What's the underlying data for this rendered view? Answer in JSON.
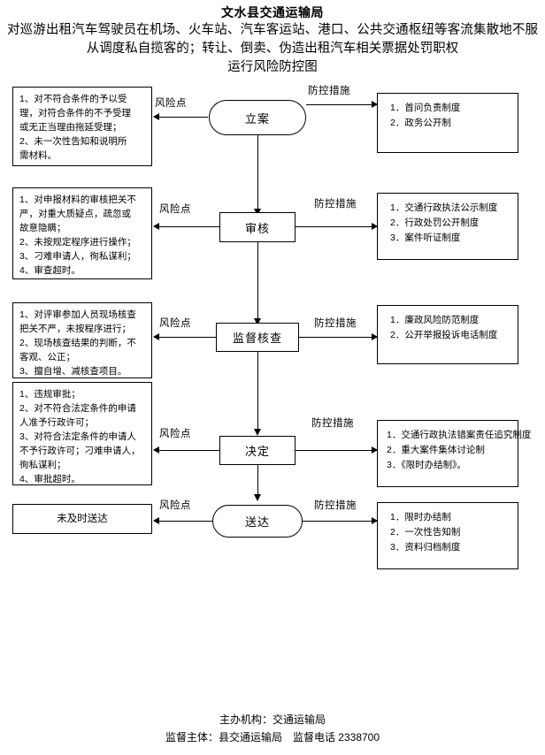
{
  "header": {
    "org_title": "文水县交通运输局",
    "subtitle_line1": "对巡游出租汽车驾驶员在机场、火车站、汽车客运站、港口、公共交通枢纽等客",
    "subtitle_line2": "流集散地不服从调度私自揽客的；转让、倒卖、伪造出租汽车相关票据处罚职权",
    "subtitle_line3": "运行风险防控图"
  },
  "labels": {
    "risk_point": "风险点",
    "control_measure": "防控措施"
  },
  "nodes": [
    {
      "id": "node-1",
      "label": "立案",
      "shape": "stadium"
    },
    {
      "id": "node-2",
      "label": "审核",
      "shape": "rect"
    },
    {
      "id": "node-3",
      "label": "监督核查",
      "shape": "rect"
    },
    {
      "id": "node-4",
      "label": "决定",
      "shape": "rect"
    },
    {
      "id": "node-5",
      "label": "送达",
      "shape": "stadium"
    }
  ],
  "risks": [
    {
      "id": "risk-1",
      "lines": [
        "1、对不符合条件的予以受",
        "理，对符合条件的不予受理",
        "或无正当理由拖延受理；",
        "2、未一次性告知和说明所",
        "需材料。"
      ]
    },
    {
      "id": "risk-2",
      "lines": [
        "1、对申报材料的审核把关不",
        "严，对重大质疑点，疏忽或",
        "故意隐瞒；",
        "2、未按规定程序进行操作；",
        "3、刁难申请人，徇私谋利；",
        "4、审查超时。"
      ]
    },
    {
      "id": "risk-3",
      "lines": [
        "1、对评审参加人员现场核查",
        "把关不严，未按程序进行；",
        "2、现场核查结果的判断，不",
        "客观、公正；",
        "3、擅自增、减核查项目。"
      ]
    },
    {
      "id": "risk-4",
      "lines": [
        "1、违规审批；",
        "2、对不符合法定条件的申请",
        "人准予行政许可；",
        "3、对符合法定条件的申请人",
        "不予行政许可；刁难申请人，",
        "徇私谋利；",
        "4、审批超时。"
      ]
    },
    {
      "id": "risk-5",
      "lines": [
        "未及时送达"
      ]
    }
  ],
  "measures": [
    {
      "id": "measure-1",
      "lines": [
        "1．首问负责制度",
        "2．政务公开制"
      ]
    },
    {
      "id": "measure-2",
      "lines": [
        "1．交通行政执法公示制度",
        "2．行政处罚公开制度",
        "3．案件听证制度"
      ]
    },
    {
      "id": "measure-3",
      "lines": [
        "1．廉政风险防范制度",
        "2．公开举报投诉电话制度"
      ]
    },
    {
      "id": "measure-4",
      "lines": [
        "1．交通行政执法错案责任追究制度",
        "2．重大案件集体讨论制",
        "3．《限时办结制》。"
      ]
    },
    {
      "id": "measure-5",
      "lines": [
        "1．限时办结制",
        "2．一次性告知制",
        "3．资料归档制度"
      ]
    }
  ],
  "footer": {
    "line1": "主办机构：交通运输局",
    "line2": "监督主体：县交通运输局　监督电话 2338700"
  }
}
